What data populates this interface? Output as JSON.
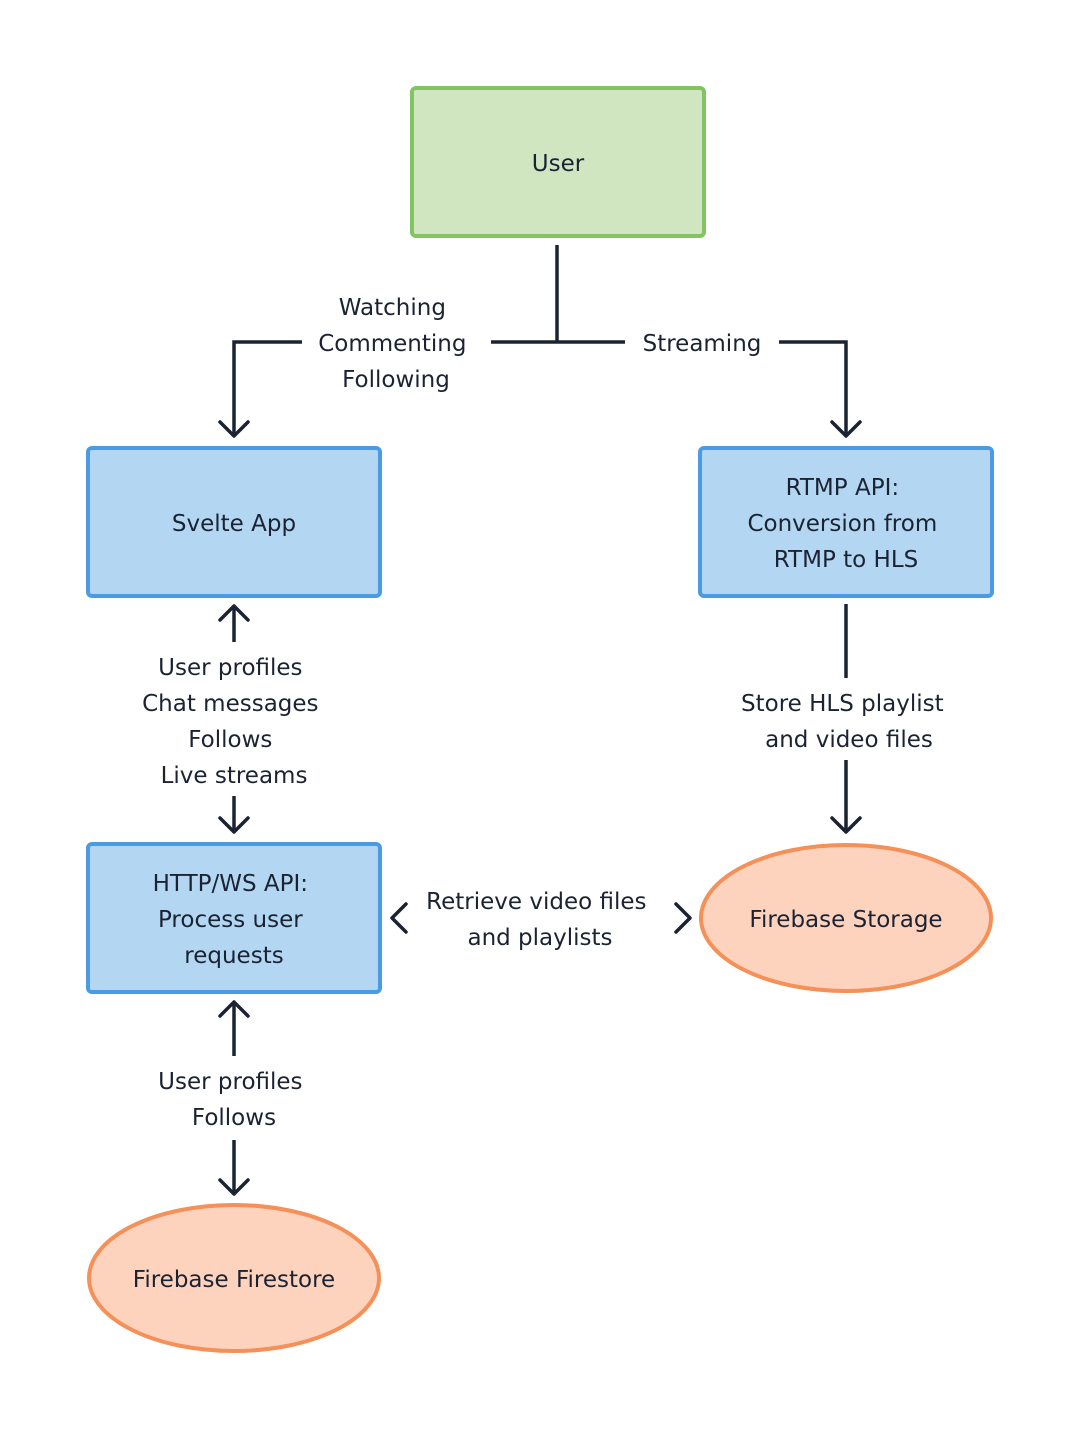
{
  "colors": {
    "user_fill": "#cfe6c0",
    "user_stroke": "#82c462",
    "service_fill": "#b3d7f3",
    "service_stroke": "#4a9be3",
    "storage_fill": "#fdd3be",
    "storage_stroke": "#f49058",
    "line": "#1b2333",
    "text": "#1b2333"
  },
  "nodes": {
    "user": {
      "lines": [
        "User"
      ]
    },
    "svelte_app": {
      "lines": [
        "Svelte App"
      ]
    },
    "rtmp_api": {
      "lines": [
        "RTMP API:",
        "Conversion from",
        "RTMP to HLS"
      ]
    },
    "http_ws_api": {
      "lines": [
        "HTTP/WS API:",
        "Process user",
        "requests"
      ]
    },
    "firebase_storage": {
      "lines": [
        "Firebase Storage"
      ]
    },
    "firebase_firestore": {
      "lines": [
        "Firebase Firestore"
      ]
    }
  },
  "edges": {
    "user_to_svelte": {
      "lines": [
        "Watching",
        "Commenting",
        "Following"
      ]
    },
    "user_to_rtmp": {
      "lines": [
        "Streaming"
      ]
    },
    "svelte_http": {
      "lines": [
        "User profiles",
        "Chat messages",
        "Follows",
        "Live streams"
      ]
    },
    "rtmp_to_storage": {
      "lines": [
        "Store HLS playlist",
        "and video files"
      ]
    },
    "http_storage": {
      "lines": [
        "Retrieve video files",
        "and playlists"
      ]
    },
    "http_firestore": {
      "lines": [
        "User profiles",
        "Follows"
      ]
    }
  }
}
